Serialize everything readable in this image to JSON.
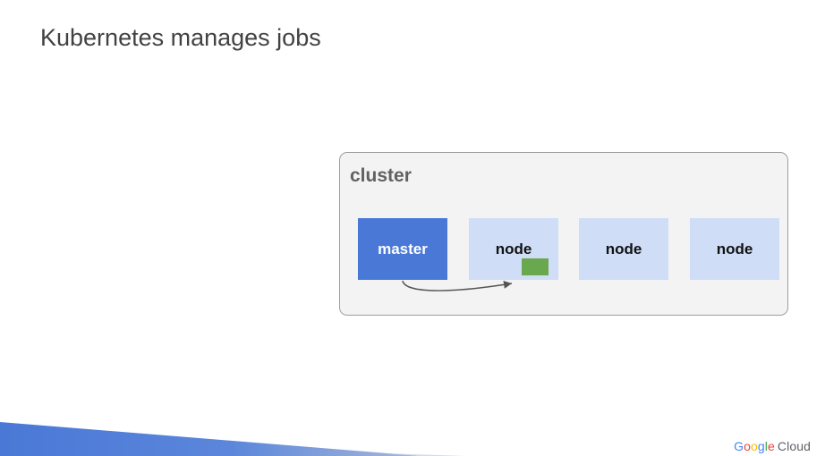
{
  "slide": {
    "title": "Kubernetes manages jobs"
  },
  "diagram": {
    "cluster_label": "cluster",
    "master_label": "master",
    "nodes": [
      "node",
      "node",
      "node"
    ]
  },
  "branding": {
    "logo_letters": [
      "G",
      "o",
      "o",
      "g",
      "l",
      "e"
    ],
    "logo_suffix": "Cloud"
  },
  "colors": {
    "master_fill": "#4a78d6",
    "node_fill": "#cfddf7",
    "job_fill": "#6aa84f",
    "cluster_fill": "#f3f3f3",
    "accent_band": "#4a78d6"
  }
}
